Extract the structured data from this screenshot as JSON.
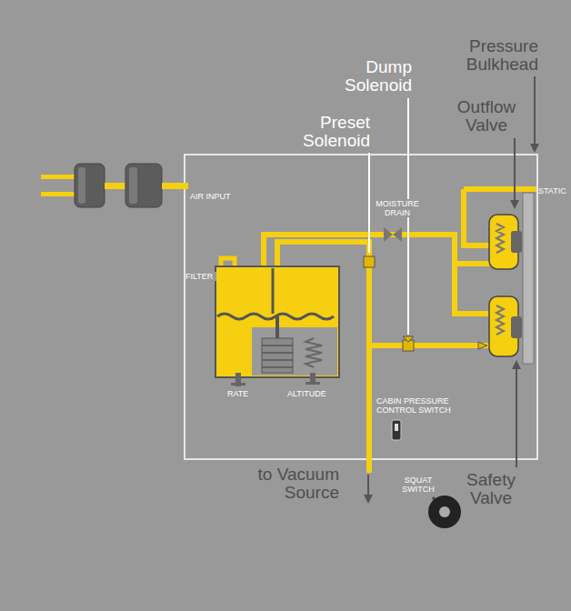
{
  "diagram": {
    "labels": [
      "Pressure Bulkhead",
      "Dump Solenoid",
      "Outflow Valve",
      "Preset Solenoid",
      "STATIC",
      "AIR INPUT",
      "MOISTURE DRAIN",
      "FILTER",
      "RATE",
      "ALTITUDE",
      "CABIN PRESSURE CONTROL SWITCH",
      "to Vacuum Source",
      "Safety Valve",
      "SQUAT SWITCH"
    ]
  }
}
